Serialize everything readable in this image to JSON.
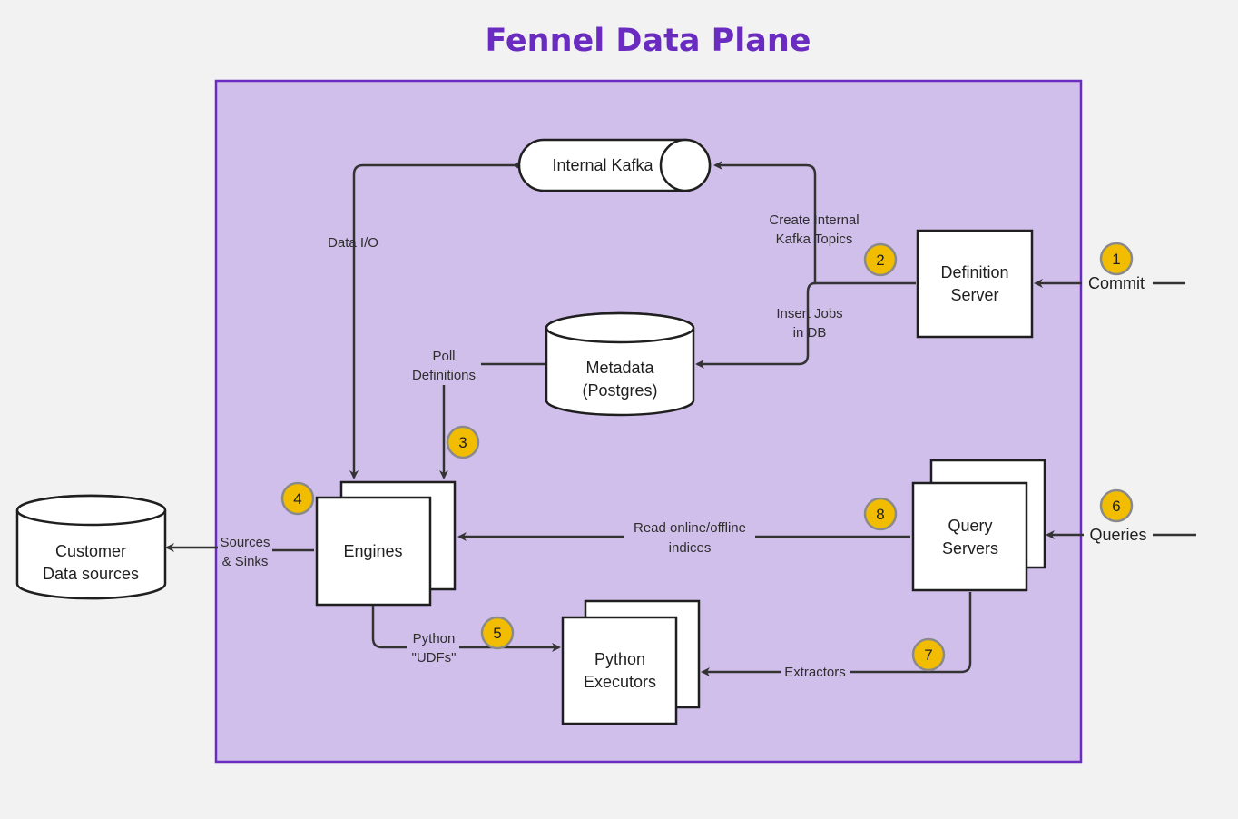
{
  "title": "Fennel Data Plane",
  "colors": {
    "background": "#f2f2f2",
    "plane_fill": "#d1bfeb",
    "plane_border": "#6a2cc0",
    "title": "#6a2cc0",
    "badge": "#f2bd00",
    "line": "#333333"
  },
  "nodes": {
    "kafka": [
      "Internal Kafka"
    ],
    "metadata": [
      "Metadata",
      "(Postgres)"
    ],
    "definition_server": [
      "Definition",
      "Server"
    ],
    "engines": [
      "Engines"
    ],
    "query_servers": [
      "Query",
      "Servers"
    ],
    "python_executors": [
      "Python",
      "Executors"
    ],
    "customer_sources": [
      "Customer",
      "Data sources"
    ]
  },
  "edge_labels": {
    "data_io": [
      "Data I/O"
    ],
    "create_topics": [
      "Create Internal",
      "Kafka Topics"
    ],
    "insert_jobs": [
      "Insert Jobs",
      "in DB"
    ],
    "poll_definitions": [
      "Poll",
      "Definitions"
    ],
    "sources_sinks": [
      "Sources",
      "& Sinks"
    ],
    "read_indices": [
      "Read online/offline",
      "indices"
    ],
    "python_udfs": [
      "Python",
      "\"UDFs\""
    ],
    "extractors": [
      "Extractors"
    ],
    "commit": [
      "Commit"
    ],
    "queries": [
      "Queries"
    ]
  },
  "badges": [
    "1",
    "2",
    "3",
    "4",
    "5",
    "6",
    "7",
    "8"
  ]
}
